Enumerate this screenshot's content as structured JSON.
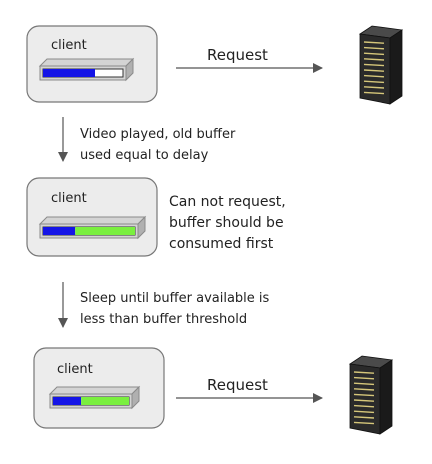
{
  "steps": [
    {
      "client_label": "client",
      "arrow_label": "Request",
      "fill_blue": 0.65,
      "fill_green": 0.0
    },
    {
      "client_label": "client",
      "side_note": [
        "Can not request,",
        "buffer should be",
        "consumed first"
      ],
      "fill_blue": 0.35,
      "fill_green": 0.65
    },
    {
      "client_label": "client",
      "arrow_label": "Request",
      "fill_blue": 0.37,
      "fill_green": 0.63
    }
  ],
  "transitions": [
    {
      "lines": [
        "Video played, old buffer",
        "used equal to delay"
      ]
    },
    {
      "lines": [
        "Sleep until buffer available is",
        "less than buffer threshold"
      ]
    }
  ],
  "colors": {
    "box_fill": "#ececec",
    "box_stroke": "#777777",
    "buffer_blue": "#1414e6",
    "buffer_green": "#7aef3f",
    "buffer_bg": "#ffffff",
    "bar_front": "#d4d4d4",
    "bar_side": "#b0b0b0",
    "arrow": "#555555",
    "server_body": "#2a2a2a",
    "server_slot": "#d6c77a"
  }
}
